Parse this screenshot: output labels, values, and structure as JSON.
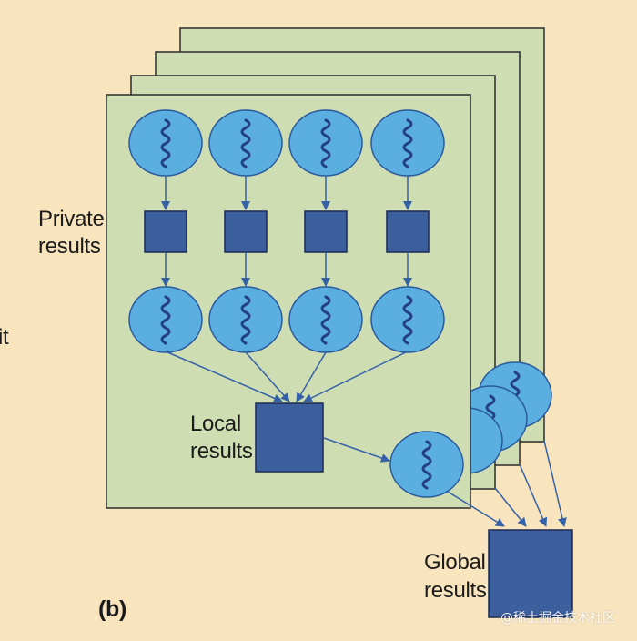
{
  "labels": {
    "private_line1": "Private",
    "private_line2": "results",
    "local_line1": "Local",
    "local_line2": "results",
    "global_line1": "Global",
    "global_line2": "results",
    "partial_left": "it",
    "panel_tag": "(b)"
  },
  "watermark": "@稀土掘金技术社区",
  "colors": {
    "background": "#f8e4bd",
    "panel_fill": "#cfddb2",
    "panel_stroke": "#2c2c2c",
    "thread_fill": "#5aaee0",
    "thread_stroke": "#2a5b9e",
    "squiggle": "#253f86",
    "result_fill": "#3c5f9e",
    "result_stroke": "#1a2a55",
    "arrow": "#3561a8"
  },
  "icons": {
    "thread": "squiggle-thread-icon",
    "result": "square-result-icon"
  }
}
